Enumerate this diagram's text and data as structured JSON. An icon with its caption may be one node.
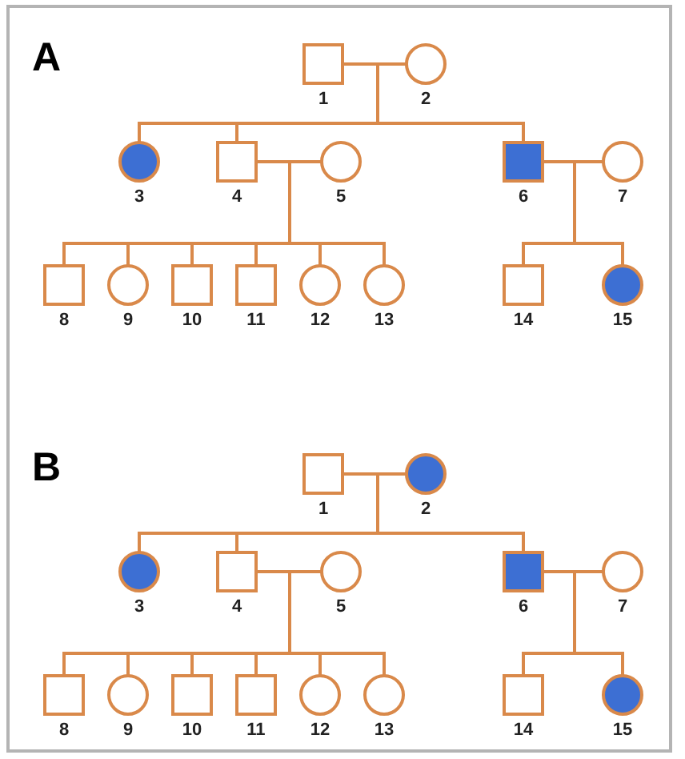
{
  "diagram": {
    "nodes": [
      {
        "text": [],
        "shape": "box",
        "beside": [
          "1"
        ]
      },
      {
        "text": [],
        "shape": "circle",
        "beside": [
          "2"
        ]
      },
      {
        "text": [],
        "shape": "disc",
        "beside": [
          "3"
        ]
      },
      {
        "text": [],
        "shape": "box",
        "beside": [
          "4"
        ]
      },
      {
        "text": [],
        "shape": "circle",
        "beside": [
          "5"
        ]
      },
      {
        "text": [],
        "shape": "block",
        "beside": [
          "6"
        ]
      },
      {
        "text": [],
        "shape": "circle",
        "beside": [
          "7"
        ]
      },
      {
        "text": [],
        "shape": "box",
        "beside": [
          "8"
        ]
      },
      {
        "text": [],
        "shape": "circle",
        "beside": [
          "9"
        ]
      },
      {
        "text": [],
        "shape": "box",
        "beside": [
          "10"
        ]
      },
      {
        "text": [],
        "shape": "box",
        "beside": [
          "11"
        ]
      },
      {
        "text": [],
        "shape": "circle",
        "beside": [
          "12"
        ]
      },
      {
        "text": [],
        "shape": "circle",
        "beside": [
          "13"
        ]
      },
      {
        "text": [],
        "shape": "box",
        "beside": [
          "14"
        ]
      },
      {
        "text": [],
        "shape": "disc",
        "beside": [
          "15"
        ]
      },
      {
        "text": [],
        "shape": "box",
        "beside": [
          "1"
        ]
      },
      {
        "text": [],
        "shape": "disc",
        "beside": [
          "2"
        ]
      },
      {
        "text": [],
        "shape": "disc",
        "beside": [
          "3"
        ]
      },
      {
        "text": [],
        "shape": "box",
        "beside": [
          "4"
        ]
      },
      {
        "text": [],
        "shape": "circle",
        "beside": [
          "5"
        ]
      },
      {
        "text": [],
        "shape": "block",
        "beside": [
          "6"
        ]
      },
      {
        "text": [],
        "shape": "circle",
        "beside": [
          "7"
        ]
      },
      {
        "text": [],
        "shape": "box",
        "beside": [
          "8"
        ]
      },
      {
        "text": [],
        "shape": "circle",
        "beside": [
          "9"
        ]
      },
      {
        "text": [],
        "shape": "box",
        "beside": [
          "10"
        ]
      },
      {
        "text": [],
        "shape": "box",
        "beside": [
          "11"
        ]
      },
      {
        "text": [],
        "shape": "circle",
        "beside": [
          "12"
        ]
      },
      {
        "text": [],
        "shape": "circle",
        "beside": [
          "13"
        ]
      },
      {
        "text": [],
        "shape": "box",
        "beside": [
          "14"
        ]
      },
      {
        "text": [],
        "shape": "disc",
        "beside": [
          "15"
        ]
      }
    ],
    "edges": [
      {
        "from": 0,
        "to": 1,
        "arrow": "none"
      },
      {
        "from": 0,
        "to": 2,
        "arrow": "none"
      },
      {
        "from": 1,
        "to": 2,
        "arrow": "none"
      },
      {
        "from": 0,
        "to": 3,
        "arrow": "none"
      },
      {
        "from": 1,
        "to": 3,
        "arrow": "none"
      },
      {
        "from": 0,
        "to": 5,
        "arrow": "none"
      },
      {
        "from": 1,
        "to": 5,
        "arrow": "none"
      },
      {
        "from": 3,
        "to": 4,
        "arrow": "none"
      },
      {
        "from": 3,
        "to": 7,
        "arrow": "none"
      },
      {
        "from": 4,
        "to": 7,
        "arrow": "none"
      },
      {
        "from": 3,
        "to": 8,
        "arrow": "none"
      },
      {
        "from": 4,
        "to": 8,
        "arrow": "none"
      },
      {
        "from": 3,
        "to": 9,
        "arrow": "none"
      },
      {
        "from": 4,
        "to": 9,
        "arrow": "none"
      },
      {
        "from": 3,
        "to": 10,
        "arrow": "none"
      },
      {
        "from": 4,
        "to": 10,
        "arrow": "none"
      },
      {
        "from": 3,
        "to": 11,
        "arrow": "none"
      },
      {
        "from": 4,
        "to": 11,
        "arrow": "none"
      },
      {
        "from": 3,
        "to": 12,
        "arrow": "none"
      },
      {
        "from": 4,
        "to": 12,
        "arrow": "none"
      },
      {
        "from": 5,
        "to": 6,
        "arrow": "none"
      },
      {
        "from": 5,
        "to": 13,
        "arrow": "none"
      },
      {
        "from": 6,
        "to": 13,
        "arrow": "none"
      },
      {
        "from": 5,
        "to": 14,
        "arrow": "none"
      },
      {
        "from": 6,
        "to": 14,
        "arrow": "none"
      },
      {
        "from": 15,
        "to": 16,
        "arrow": "none"
      },
      {
        "from": 15,
        "to": 17,
        "arrow": "none"
      },
      {
        "from": 16,
        "to": 17,
        "arrow": "none"
      },
      {
        "from": 15,
        "to": 18,
        "arrow": "none"
      },
      {
        "from": 16,
        "to": 18,
        "arrow": "none"
      },
      {
        "from": 15,
        "to": 20,
        "arrow": "none"
      },
      {
        "from": 16,
        "to": 20,
        "arrow": "none"
      },
      {
        "from": 18,
        "to": 19,
        "arrow": "none"
      },
      {
        "from": 18,
        "to": 22,
        "arrow": "none"
      },
      {
        "from": 19,
        "to": 22,
        "arrow": "none"
      },
      {
        "from": 18,
        "to": 23,
        "arrow": "none"
      },
      {
        "from": 19,
        "to": 23,
        "arrow": "none"
      },
      {
        "from": 18,
        "to": 24,
        "arrow": "none"
      },
      {
        "from": 19,
        "to": 24,
        "arrow": "none"
      },
      {
        "from": 18,
        "to": 25,
        "arrow": "none"
      },
      {
        "from": 19,
        "to": 25,
        "arrow": "none"
      },
      {
        "from": 18,
        "to": 26,
        "arrow": "none"
      },
      {
        "from": 19,
        "to": 26,
        "arrow": "none"
      },
      {
        "from": 18,
        "to": 27,
        "arrow": "none"
      },
      {
        "from": 19,
        "to": 27,
        "arrow": "none"
      },
      {
        "from": 20,
        "to": 21,
        "arrow": "none"
      },
      {
        "from": 20,
        "to": 28,
        "arrow": "none"
      },
      {
        "from": 21,
        "to": 28,
        "arrow": "none"
      },
      {
        "from": 20,
        "to": 29,
        "arrow": "none"
      },
      {
        "from": 21,
        "to": 29,
        "arrow": "none"
      }
    ],
    "labels": [
      "A",
      "B"
    ]
  }
}
